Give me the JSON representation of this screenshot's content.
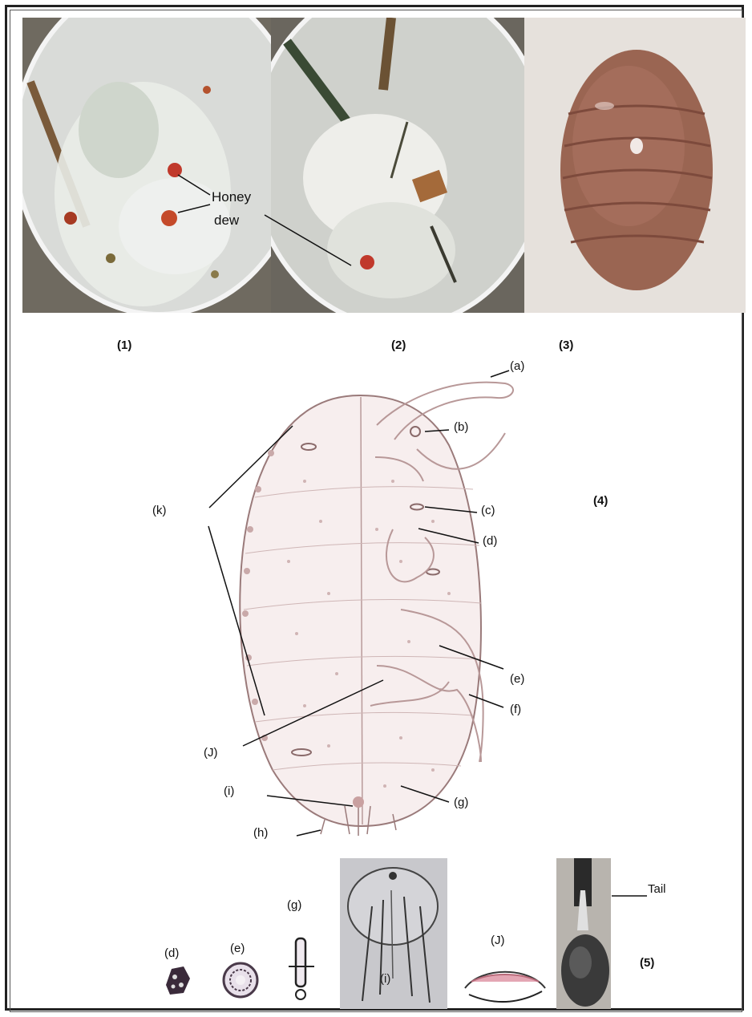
{
  "panels": {
    "p1": "(1)",
    "p2": "(2)",
    "p3": "(3)",
    "p4": "(4)",
    "p5": "(5)"
  },
  "photo_annotations": {
    "honey": "Honey",
    "dew": "dew",
    "tail": "Tail"
  },
  "drawing_labels": {
    "a": "(a)",
    "b": "(b)",
    "c": "(c)",
    "d": "(d)",
    "e": "(e)",
    "f": "(f)",
    "g": "(g)",
    "h": "(h)",
    "i": "(i)",
    "J": "(J)",
    "k": "(k)"
  },
  "detail_labels": {
    "d": "(d)",
    "e": "(e)",
    "g": "(g)",
    "i": "(i)",
    "J": "(J)"
  }
}
